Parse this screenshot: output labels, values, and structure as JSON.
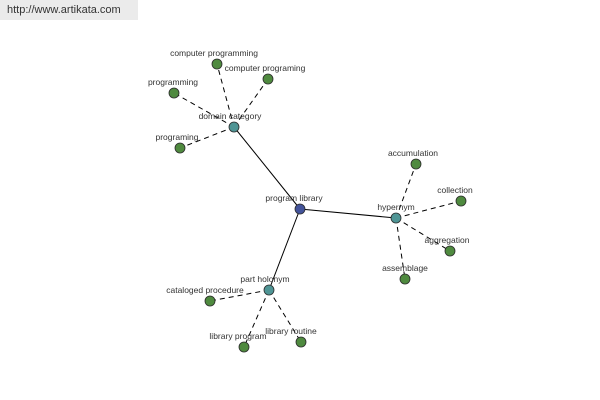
{
  "url": "http://www.artikata.com",
  "colors": {
    "center": "#43539a",
    "relation": "#4f9595",
    "leaf": "#4f8a3f",
    "edge": "#000000",
    "url_bar_bg": "#ebebeb"
  },
  "graph": {
    "center": {
      "label": "program library"
    },
    "relations": [
      {
        "label": "domain category",
        "leaves": [
          "computer programming",
          "computer programing",
          "programming",
          "programing"
        ]
      },
      {
        "label": "hypernym",
        "leaves": [
          "accumulation",
          "collection",
          "aggregation",
          "assemblage"
        ]
      },
      {
        "label": "part holonym",
        "leaves": [
          "cataloged procedure",
          "library program",
          "library routine"
        ]
      }
    ]
  }
}
